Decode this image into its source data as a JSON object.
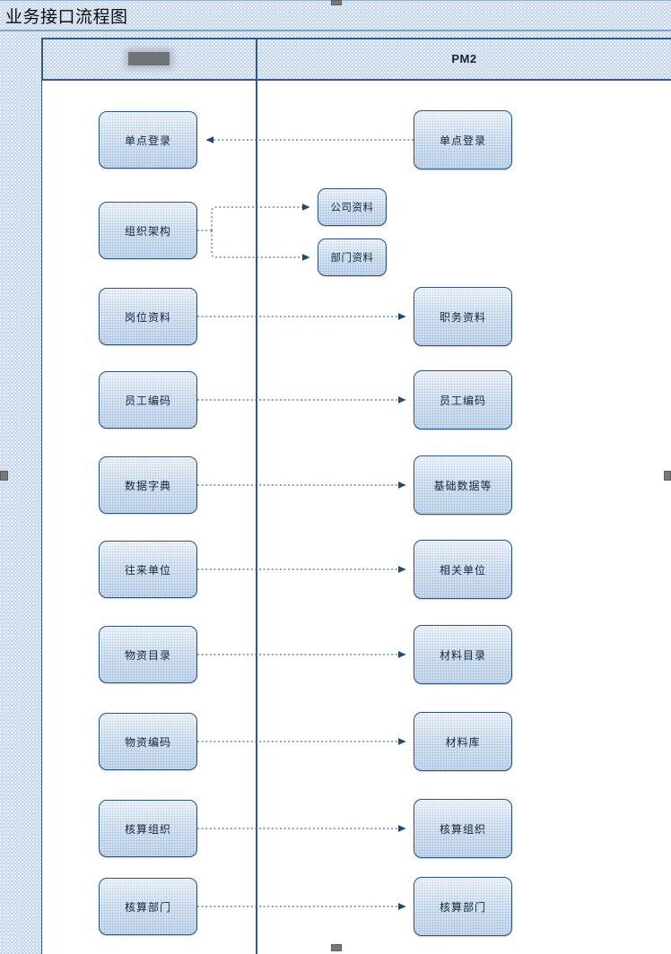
{
  "document": {
    "title": "业务接口流程图"
  },
  "lanes": {
    "left": {
      "name": "left-lane",
      "label": "",
      "redacted": true,
      "redaction_name": "redacted-lane-name"
    },
    "right": {
      "name": "right-lane",
      "label": "PM2"
    }
  },
  "colors": {
    "background_hatch": "#c5d5ea",
    "lane_body": "#ffffff",
    "node_fill": "#bacfe7",
    "node_border": "#29527d",
    "lane_border": "#2f5a87",
    "connector": "#4a6f96",
    "arrowhead": "#1f4a74",
    "title_text": "#0d0d0d",
    "handle": "#77787a"
  },
  "nodes": {
    "left": [
      {
        "id": "l1",
        "label": "单点登录"
      },
      {
        "id": "l2",
        "label": "组织架构"
      },
      {
        "id": "l3",
        "label": "岗位资料"
      },
      {
        "id": "l4",
        "label": "员工编码"
      },
      {
        "id": "l5",
        "label": "数据字典"
      },
      {
        "id": "l6",
        "label": "往来单位"
      },
      {
        "id": "l7",
        "label": "物资目录"
      },
      {
        "id": "l8",
        "label": "物资编码"
      },
      {
        "id": "l9",
        "label": "核算组织"
      },
      {
        "id": "l10",
        "label": "核算部门"
      }
    ],
    "right": [
      {
        "id": "r1",
        "label": "单点登录"
      },
      {
        "id": "r2a",
        "label": "公司资料"
      },
      {
        "id": "r2b",
        "label": "部门资料"
      },
      {
        "id": "r3",
        "label": "职务资料"
      },
      {
        "id": "r4",
        "label": "员工编码"
      },
      {
        "id": "r5",
        "label": "基础数据等"
      },
      {
        "id": "r6",
        "label": "相关单位"
      },
      {
        "id": "r7",
        "label": "材料目录"
      },
      {
        "id": "r8",
        "label": "材料库"
      },
      {
        "id": "r9",
        "label": "核算组织"
      },
      {
        "id": "r10",
        "label": "核算部门"
      }
    ]
  },
  "connections": [
    {
      "from": "r1",
      "to": "l1",
      "direction": "right-to-left"
    },
    {
      "from": "l2",
      "to": "r2a",
      "direction": "left-to-right"
    },
    {
      "from": "l2",
      "to": "r2b",
      "direction": "left-to-right"
    },
    {
      "from": "l3",
      "to": "r3",
      "direction": "left-to-right"
    },
    {
      "from": "l4",
      "to": "r4",
      "direction": "left-to-right"
    },
    {
      "from": "l5",
      "to": "r5",
      "direction": "left-to-right"
    },
    {
      "from": "l6",
      "to": "r6",
      "direction": "left-to-right"
    },
    {
      "from": "l7",
      "to": "r7",
      "direction": "left-to-right"
    },
    {
      "from": "l8",
      "to": "r8",
      "direction": "left-to-right"
    },
    {
      "from": "l9",
      "to": "r9",
      "direction": "left-to-right"
    },
    {
      "from": "l10",
      "to": "r10",
      "direction": "left-to-right"
    }
  ]
}
